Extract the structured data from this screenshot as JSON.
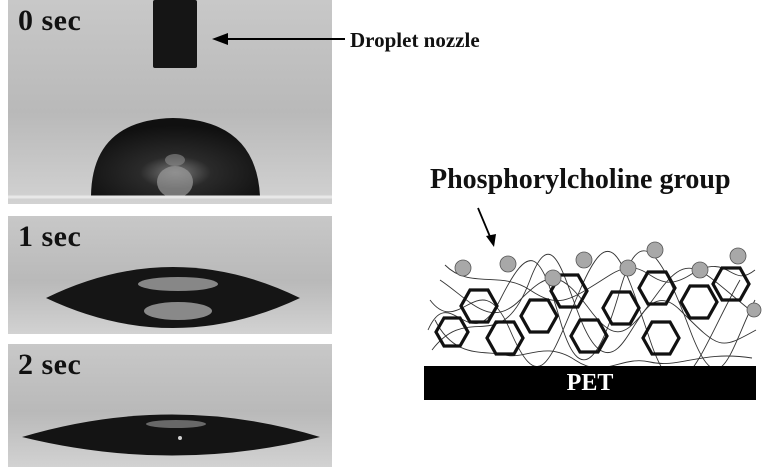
{
  "panels": [
    {
      "label": "0 sec"
    },
    {
      "label": "1 sec"
    },
    {
      "label": "2 sec"
    }
  ],
  "callouts": {
    "nozzle": "Droplet nozzle",
    "group": "Phosphorylcholine group"
  },
  "substrate": {
    "label": "PET"
  },
  "colors": {
    "panel_bg": "#bfbfbf",
    "droplet": "#1a1a1a",
    "substrate": "#000000",
    "polymer_bead": "#a8a8a8"
  }
}
